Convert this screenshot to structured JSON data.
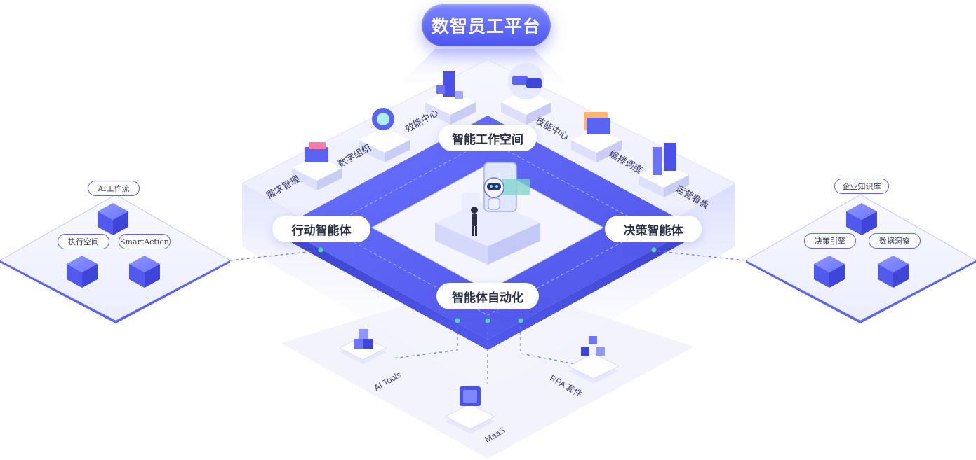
{
  "title": "数智员工平台",
  "center_pills": {
    "top": "智能工作空间",
    "left": "行动智能体",
    "right": "决策智能体",
    "bottom": "智能体自动化"
  },
  "platform_modules_left": [
    "需求管理",
    "数字组织",
    "效能中心"
  ],
  "platform_modules_right": [
    "技能中心",
    "编排调度",
    "运营看板"
  ],
  "left_panel": {
    "tags": [
      "AI工作流",
      "执行空间",
      "SmartAction"
    ]
  },
  "right_panel": {
    "tags": [
      "企业知识库",
      "决策引擎",
      "数据洞察"
    ]
  },
  "bottom_tools": [
    "AI Tools",
    "MaaS",
    "RPA 套件"
  ],
  "colors": {
    "primary": "#5b63f3",
    "primary_dark": "#3f45d8",
    "platform_light": "#eef0ff",
    "pill_text": "#2b2f45"
  }
}
